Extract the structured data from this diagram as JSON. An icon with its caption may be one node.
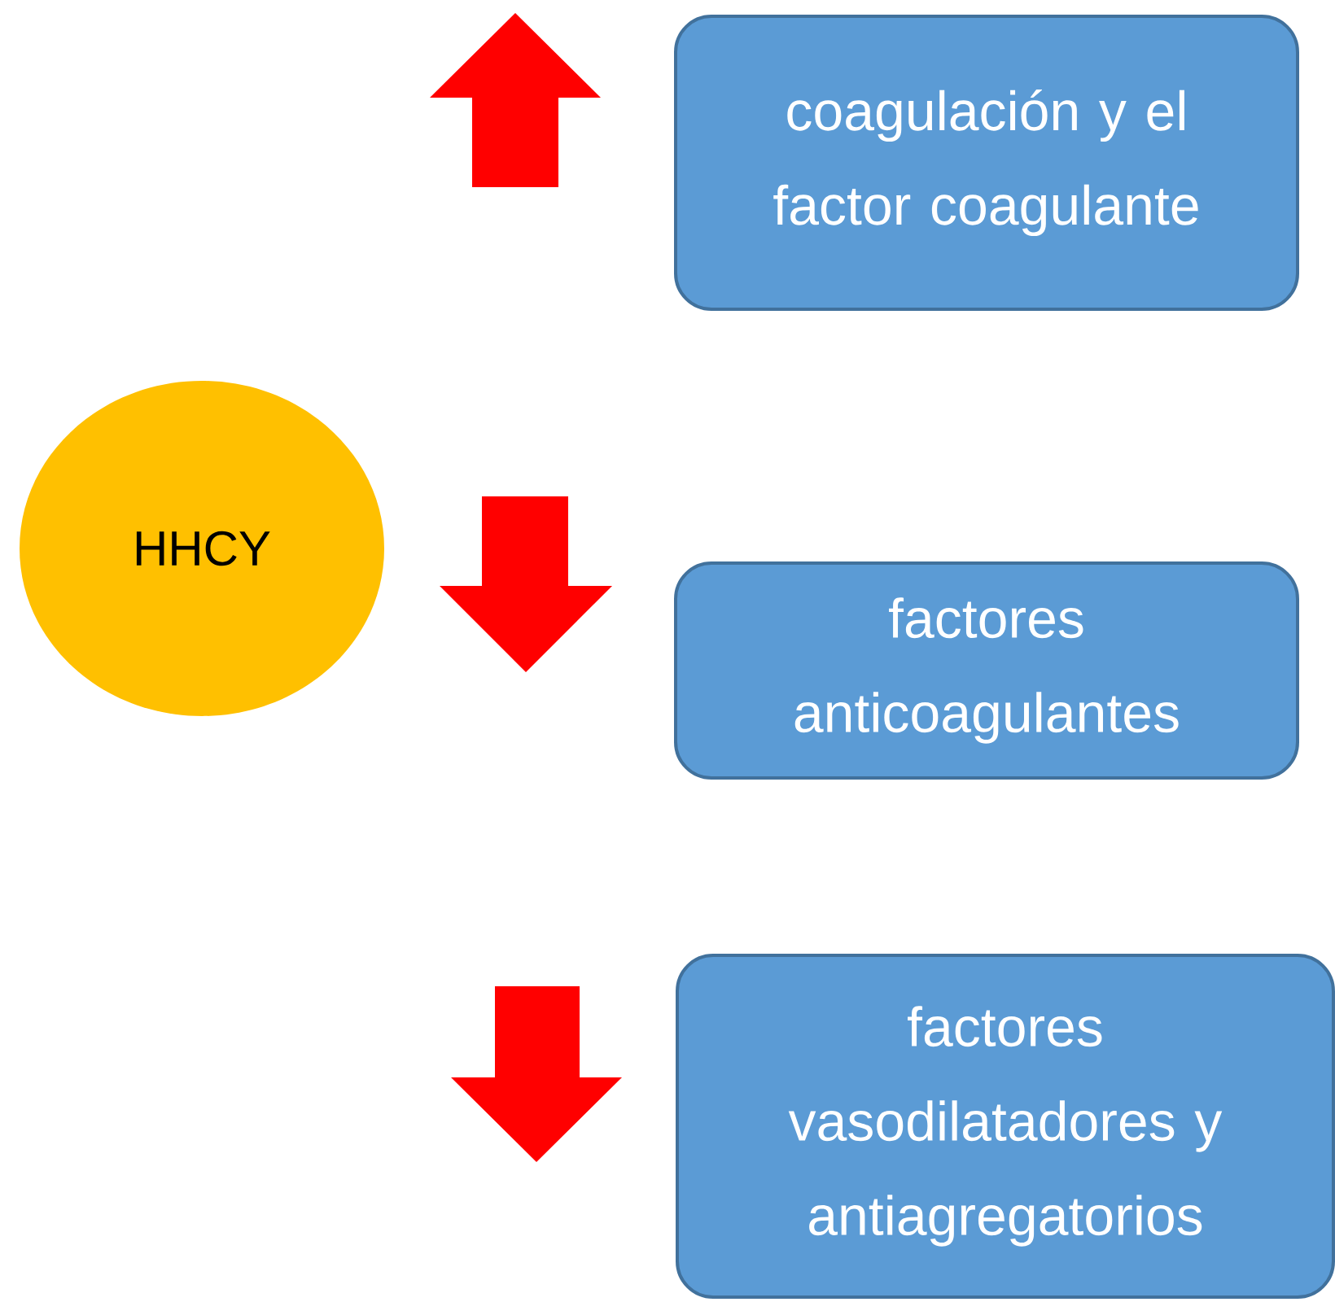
{
  "diagram": {
    "nodes": [
      {
        "text": [
          "HHCY"
        ]
      },
      {
        "text": [
          "coagulación y el factor coagulante"
        ]
      },
      {
        "text": [
          "factores anticoagulantes"
        ]
      },
      {
        "text": [
          "factores vasodilatadores y antiagregatorios"
        ]
      }
    ],
    "edges": []
  }
}
